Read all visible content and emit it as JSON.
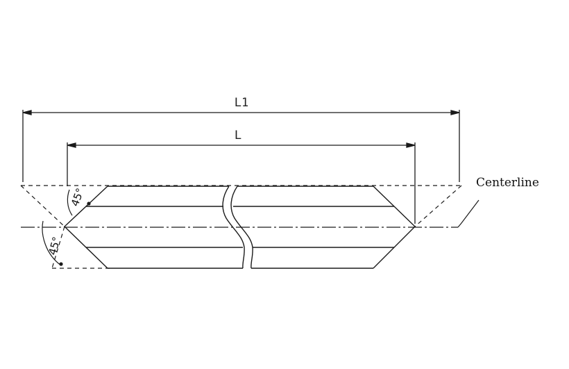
{
  "dimensions": {
    "overall_length_label": "L1",
    "length_label": "L"
  },
  "annotations": {
    "centerline_label": "Centerline",
    "upper_angle_label": "45°",
    "lower_angle_label": "45°"
  },
  "colors": {
    "line": "#1a1a1a",
    "background": "#ffffff"
  }
}
